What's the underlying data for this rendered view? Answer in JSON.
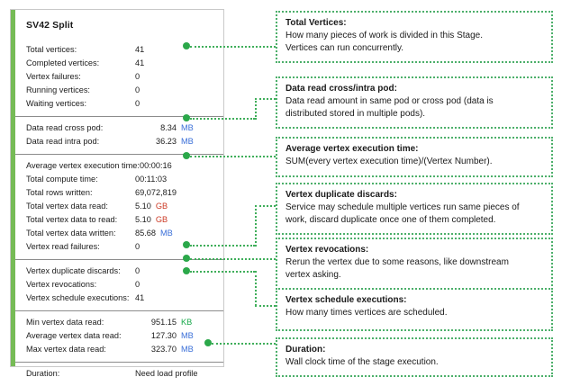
{
  "panel": {
    "title": "SV42 Split",
    "groups": [
      {
        "name": "vertex-counts",
        "rows": [
          {
            "label": "Total vertices:",
            "value": "41",
            "unit": ""
          },
          {
            "label": "Completed vertices:",
            "value": "41",
            "unit": ""
          },
          {
            "label": "Vertex failures:",
            "value": "0",
            "unit": ""
          },
          {
            "label": "Running vertices:",
            "value": "0",
            "unit": ""
          },
          {
            "label": "Waiting vertices:",
            "value": "0",
            "unit": ""
          }
        ]
      },
      {
        "name": "data-read-pods",
        "rows": [
          {
            "label": "Data read cross pod:",
            "value": "8.34",
            "unit": "MB"
          },
          {
            "label": "Data read intra pod:",
            "value": "36.23",
            "unit": "MB"
          }
        ]
      },
      {
        "name": "execution-times",
        "rows": [
          {
            "label": "Average vertex execution time:",
            "value": "00:00:16",
            "unit": ""
          },
          {
            "label": "Total compute time:",
            "value": "00:11:03",
            "unit": ""
          },
          {
            "label": "Total rows written:",
            "value": "69,072,819",
            "unit": ""
          },
          {
            "label": "Total vertex data read:",
            "value": "5.10",
            "unit": "GB"
          },
          {
            "label": "Total vertex data to read:",
            "value": "5.10",
            "unit": "GB"
          },
          {
            "label": "Total vertex data written:",
            "value": "85.68",
            "unit": "MB"
          },
          {
            "label": "Vertex read failures:",
            "value": "0",
            "unit": ""
          }
        ]
      },
      {
        "name": "vertex-scheduling",
        "rows": [
          {
            "label": "Vertex duplicate discards:",
            "value": "0",
            "unit": ""
          },
          {
            "label": "Vertex revocations:",
            "value": "0",
            "unit": ""
          },
          {
            "label": "Vertex schedule executions:",
            "value": "41",
            "unit": ""
          }
        ]
      },
      {
        "name": "vertex-data-read-stats",
        "rows": [
          {
            "label": "Min vertex data read:",
            "value": "951.15",
            "unit": "KB"
          },
          {
            "label": "Average vertex data read:",
            "value": "127.30",
            "unit": "MB"
          },
          {
            "label": "Max vertex data read:",
            "value": "323.70",
            "unit": "MB"
          }
        ]
      }
    ],
    "duration": {
      "label": "Duration:",
      "value": "Need load profile"
    }
  },
  "callouts": [
    {
      "name": "total-vertices",
      "title": "Total Vertices:",
      "lines": [
        "How many pieces of work is divided in this Stage.",
        "Vertices can run concurrently."
      ]
    },
    {
      "name": "data-read-cross-intra-pod",
      "title": "Data read cross/intra pod:",
      "lines": [
        "Data read amount in same pod or cross pod (data is",
        "distributed stored in multiple pods)."
      ]
    },
    {
      "name": "average-vertex-execution-time",
      "title": "Average vertex execution time:",
      "lines": [
        "SUM(every vertex execution time)/(Vertex Number)."
      ]
    },
    {
      "name": "vertex-duplicate-discards",
      "title": "Vertex duplicate discards:",
      "lines": [
        "Service may schedule multiple vertices run same pieces of",
        "work, discard duplicate once one of them completed."
      ]
    },
    {
      "name": "vertex-revocations",
      "title": "Vertex revocations:",
      "lines": [
        "Rerun the vertex due to some reasons, like downstream",
        "vertex asking."
      ]
    },
    {
      "name": "vertex-schedule-executions",
      "title": "Vertex schedule executions:",
      "lines": [
        "How many times vertices are scheduled."
      ]
    },
    {
      "name": "duration",
      "title": "Duration:",
      "lines": [
        "Wall clock time of the stage execution."
      ]
    }
  ],
  "colors": {
    "accent_green": "#76bb56",
    "dot_green": "#2ba84a",
    "dash_green": "#4caf6a",
    "unit_mb": "#3a6fd8",
    "unit_gb": "#cc3b26",
    "unit_kb": "#17a84a"
  }
}
